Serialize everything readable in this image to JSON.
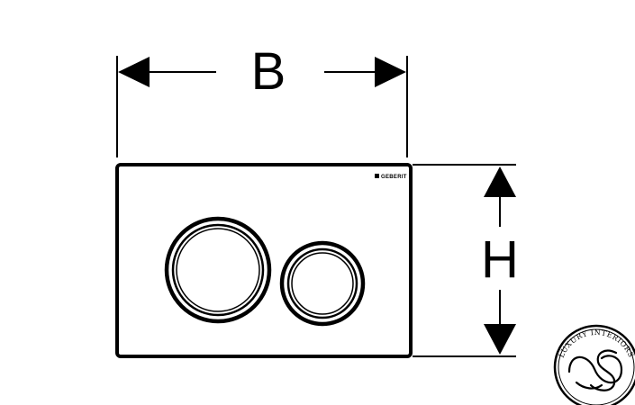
{
  "diagram": {
    "width_label": "B",
    "height_label": "H",
    "brand": "GEBERIT",
    "buttons": [
      "large-flush-button",
      "small-flush-button"
    ]
  },
  "watermark": {
    "ring_text": "LUXURY INTERIORS",
    "monogram": "S"
  },
  "colors": {
    "line": "#000000",
    "background": "#ffffff"
  }
}
